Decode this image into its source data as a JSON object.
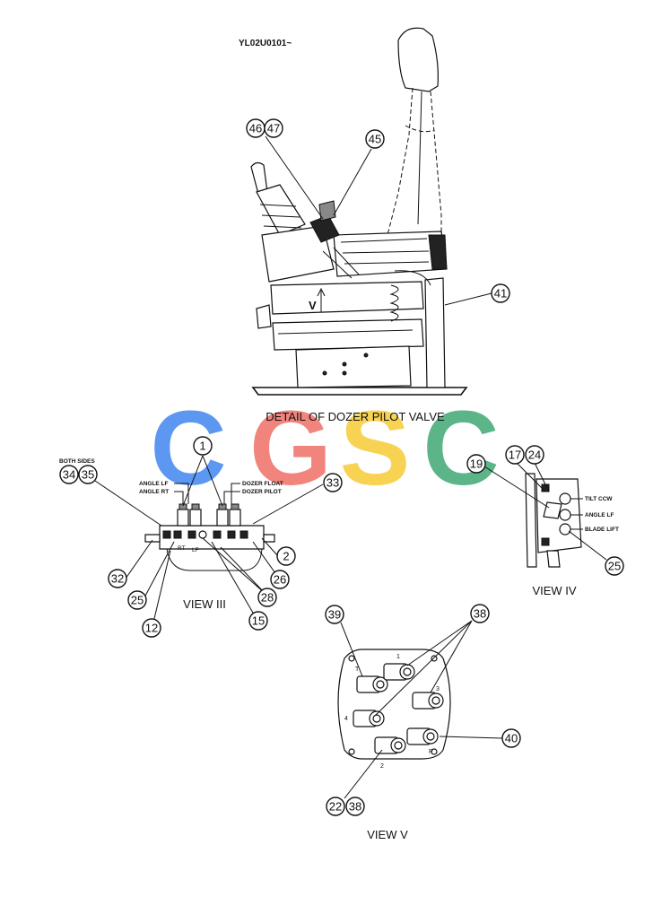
{
  "header": {
    "doc_code": "YL02U0101~"
  },
  "watermark": {
    "letters": [
      "C",
      "G",
      "S",
      "C"
    ],
    "colors": [
      "#4f8ff0",
      "#f07a72",
      "#f8cf45",
      "#4fae7f"
    ]
  },
  "detail_title": "DETAIL OF DOZER PILOT VALVE",
  "seat_view_marker": "V",
  "views": {
    "view_iii": "VIEW III",
    "view_iv": "VIEW IV",
    "view_v": "VIEW V"
  },
  "view_iii_labels": {
    "both_sides": "BOTH SIDES",
    "angle_lf": "ANGLE LF",
    "angle_rt": "ANGLE RT",
    "dozer_float": "DOZER FLOAT",
    "dozer_pilot": "DOZER PILOT",
    "rt": "RT",
    "lf": "LF"
  },
  "view_iv_labels": {
    "tilt_ccw": "TILT CCW",
    "angle_lf": "ANGLE LF",
    "blade_lift": "BLADE LIFT"
  },
  "view_v_ports": [
    "1",
    "2",
    "3",
    "4",
    "T",
    "P"
  ],
  "callouts": {
    "c46_47": "46/47",
    "c45": "45",
    "c41": "41",
    "c1": "1",
    "c34_35": "34/35",
    "c33": "33",
    "c2": "2",
    "c26": "26",
    "c28": "28",
    "c32": "32",
    "c25a": "25",
    "c12": "12",
    "c15": "15",
    "c19": "19",
    "c17_24": "17/24",
    "c25b": "25",
    "c39": "39",
    "c38a": "38",
    "c40": "40",
    "c22_38": "22/38"
  },
  "callout_text": {
    "n46": "46",
    "n47": "47",
    "n45": "45",
    "n41": "41",
    "n1": "1",
    "n34": "34",
    "n35": "35",
    "n33": "33",
    "n2": "2",
    "n26": "26",
    "n28": "28",
    "n32": "32",
    "n25a": "25",
    "n12": "12",
    "n15": "15",
    "n19": "19",
    "n17": "17",
    "n24": "24",
    "n25b": "25",
    "n39": "39",
    "n38a": "38",
    "n40": "40",
    "n22": "22",
    "n38b": "38"
  }
}
